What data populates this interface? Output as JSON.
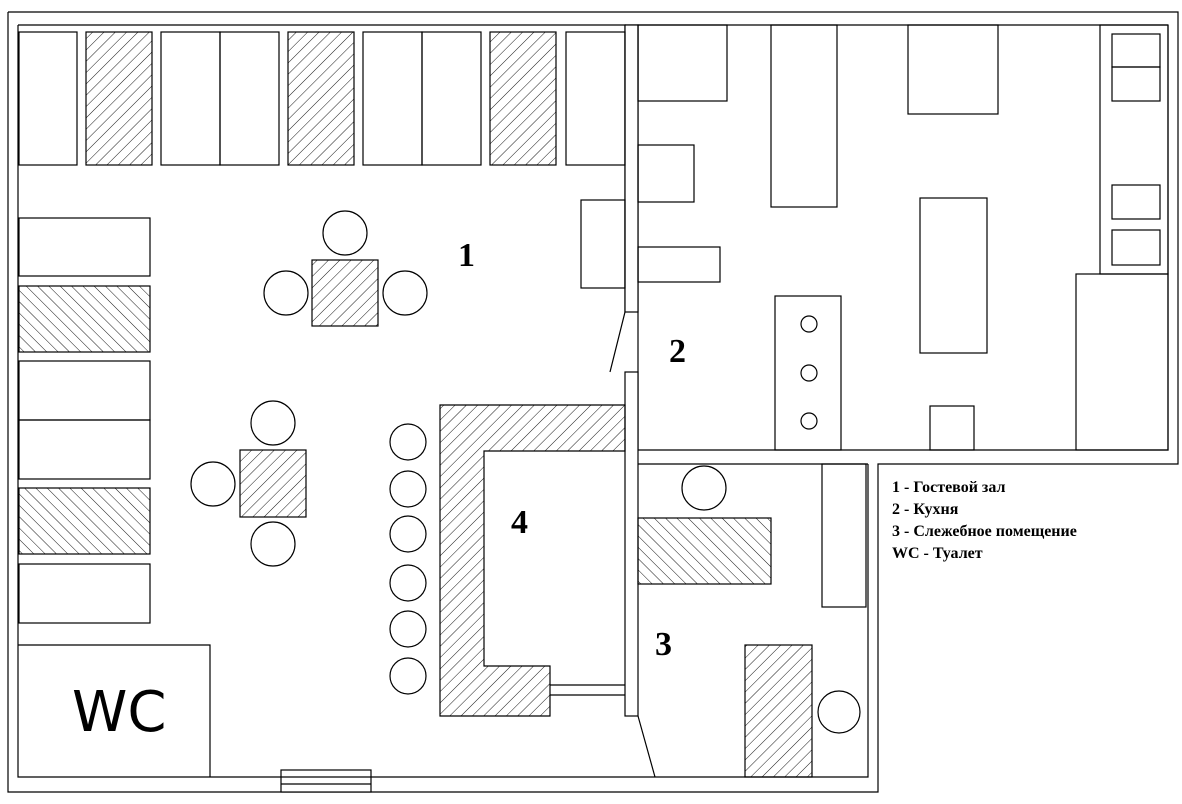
{
  "rooms": {
    "r1": "1",
    "r2": "2",
    "r3": "3",
    "r4": "4",
    "wc": "WC"
  },
  "legend": [
    "1 - Гостевой зал",
    "2 - Кухня",
    "3 - Слежебное помещение",
    "WC - Туалет"
  ]
}
